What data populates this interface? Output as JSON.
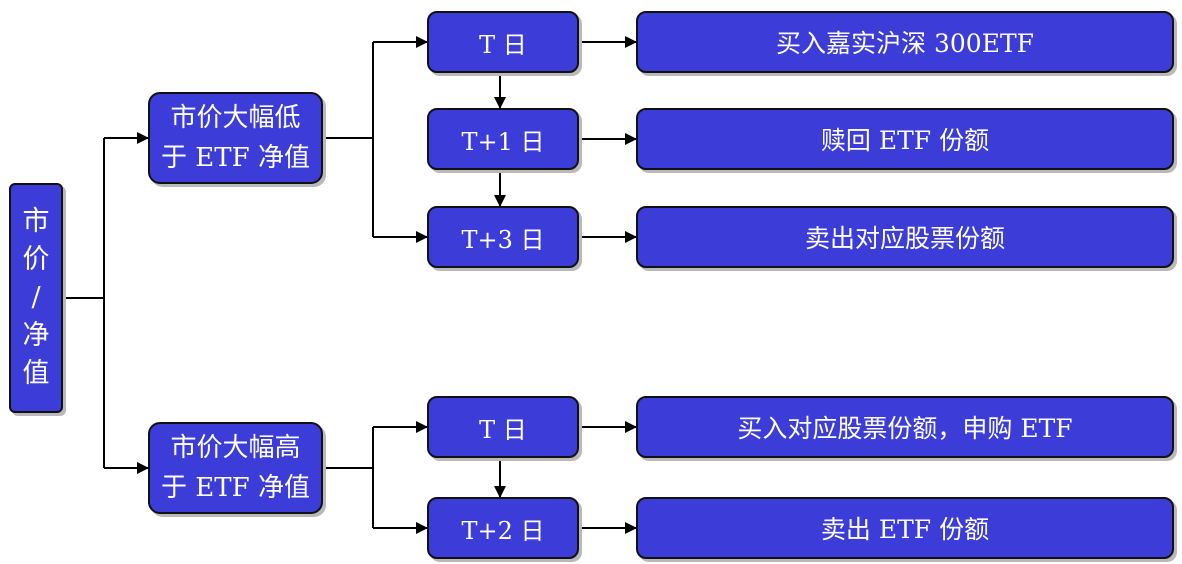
{
  "root": {
    "label": "市\n价\n/\n净\n值"
  },
  "branches": [
    {
      "condition": "市价大幅低\n于 ETF 净值",
      "steps": [
        {
          "day": "T 日",
          "action": "买入嘉实沪深 300ETF"
        },
        {
          "day": "T+1 日",
          "action": "赎回 ETF 份额"
        },
        {
          "day": "T+3 日",
          "action": "卖出对应股票份额"
        }
      ]
    },
    {
      "condition": "市价大幅高\n于 ETF 净值",
      "steps": [
        {
          "day": "T 日",
          "action": "买入对应股票份额，申购 ETF"
        },
        {
          "day": "T+2 日",
          "action": "卖出 ETF 份额"
        }
      ]
    }
  ],
  "colors": {
    "box_fill": "#3c3cd8",
    "box_border": "#111111",
    "line": "#000000",
    "text": "#ffffff"
  }
}
